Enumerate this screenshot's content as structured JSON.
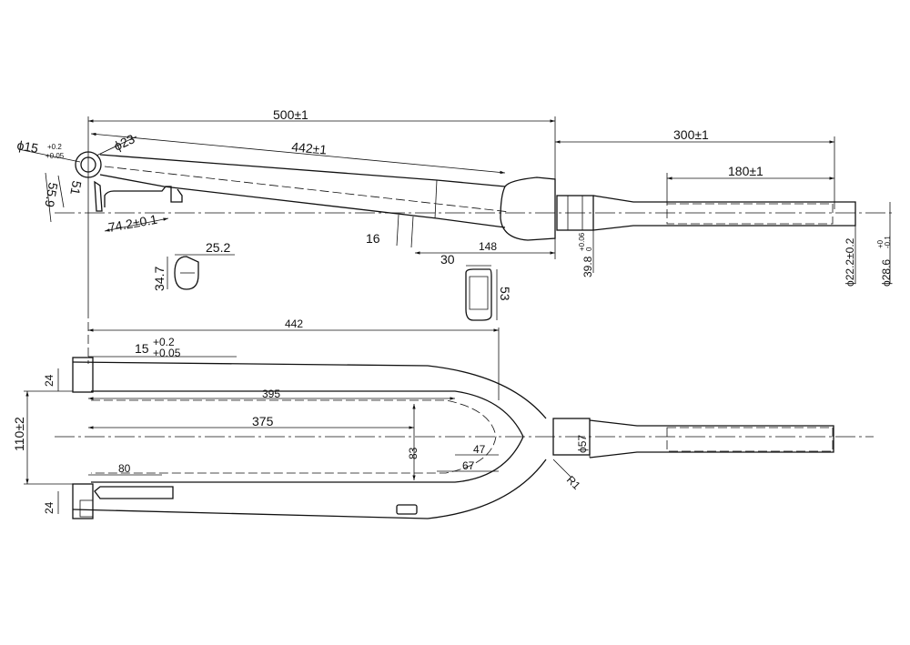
{
  "side_view": {
    "overall_length": "500±1",
    "leg_length": "442±1",
    "steerer_length": "300±1",
    "steerer_section": "180±1",
    "dropout_dia": "ϕ15",
    "dropout_tol_upper": "+0.2",
    "dropout_tol_lower": "+0.05",
    "eyelet_dia": "ϕ23",
    "rake_51": "51",
    "rake_55_9": "55.9",
    "offset": "74.2±0.1",
    "dim_16": "16",
    "dim_148": "148",
    "crown_dia": "39.8",
    "crown_dia_tol_upper": "+0.06",
    "crown_dia_tol_lower": "0",
    "steerer_dia": "ϕ22.2±0.2",
    "top_dia": "ϕ28.6",
    "top_dia_tol_upper": "+0",
    "top_dia_tol_lower": "-0.1"
  },
  "sections": {
    "leg_width": "25.2",
    "leg_depth": "34.7",
    "crown_width": "30",
    "crown_depth": "53"
  },
  "front_view": {
    "leg_length": "442",
    "axle_dia": "15",
    "axle_tol_upper": "+0.2",
    "axle_tol_lower": "+0.05",
    "inner_length": "395",
    "inner_length_2": "375",
    "crown_height": "83",
    "dim_47": "47",
    "dim_67": "67",
    "dim_80": "80",
    "spacing": "110±2",
    "dropout_top": "24",
    "dropout_bottom": "24",
    "steerer_dia": "ϕ57",
    "radius": "R1"
  }
}
